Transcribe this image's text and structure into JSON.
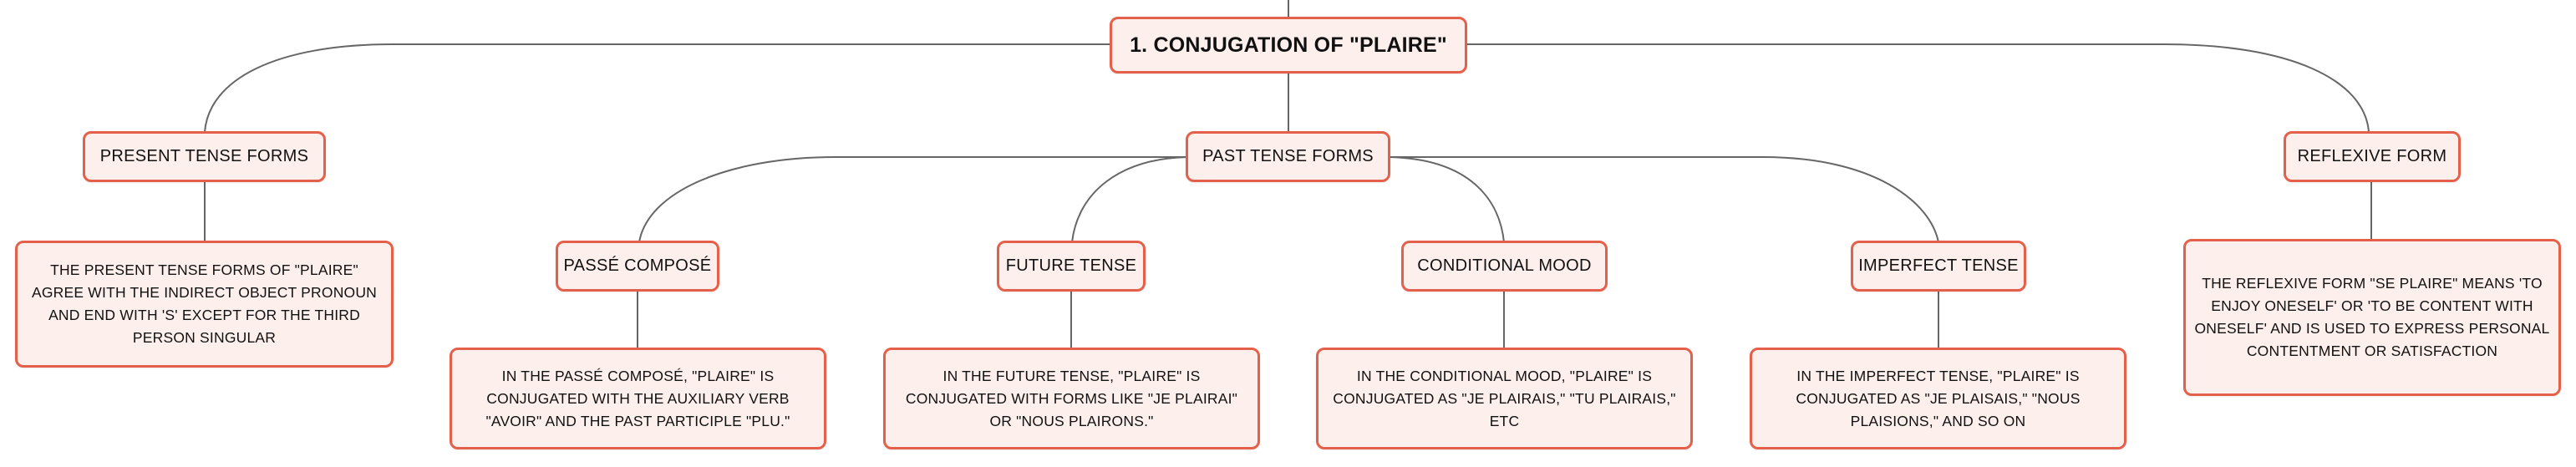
{
  "root": {
    "label": "1. CONJUGATION OF \"PLAIRE\""
  },
  "branches": {
    "present": {
      "label": "PRESENT TENSE FORMS",
      "detail": "THE PRESENT TENSE FORMS OF \"PLAIRE\" AGREE WITH THE INDIRECT OBJECT PRONOUN AND END WITH 'S' EXCEPT FOR THE THIRD PERSON SINGULAR"
    },
    "past": {
      "label": "PAST TENSE FORMS",
      "children": {
        "passe_compose": {
          "label": "PASSÉ COMPOSÉ",
          "detail": "IN THE PASSÉ COMPOSÉ, \"PLAIRE\" IS CONJUGATED WITH THE AUXILIARY VERB \"AVOIR\" AND THE PAST PARTICIPLE \"PLU.\""
        },
        "future": {
          "label": "FUTURE TENSE",
          "detail": "IN THE FUTURE TENSE, \"PLAIRE\" IS CONJUGATED WITH FORMS LIKE \"JE PLAIRAI\" OR \"NOUS PLAIRONS.\""
        },
        "conditional": {
          "label": "CONDITIONAL MOOD",
          "detail": "IN THE CONDITIONAL MOOD, \"PLAIRE\" IS CONJUGATED AS \"JE PLAIRAIS,\" \"TU PLAIRAIS,\" ETC"
        },
        "imperfect": {
          "label": "IMPERFECT TENSE",
          "detail": "IN THE IMPERFECT TENSE, \"PLAIRE\" IS CONJUGATED AS \"JE PLAISAIS,\" \"NOUS PLAISIONS,\" AND SO ON"
        }
      }
    },
    "reflexive": {
      "label": "REFLEXIVE FORM",
      "detail": "THE REFLEXIVE FORM \"SE PLAIRE\" MEANS 'TO ENJOY ONESELF' OR 'TO BE CONTENT WITH ONESELF' AND IS USED TO EXPRESS PERSONAL CONTENTMENT OR SATISFACTION"
    }
  },
  "colors": {
    "node_border": "#e5604a",
    "node_fill": "#fdf0ec",
    "connector": "#666666",
    "text": "#111111"
  }
}
